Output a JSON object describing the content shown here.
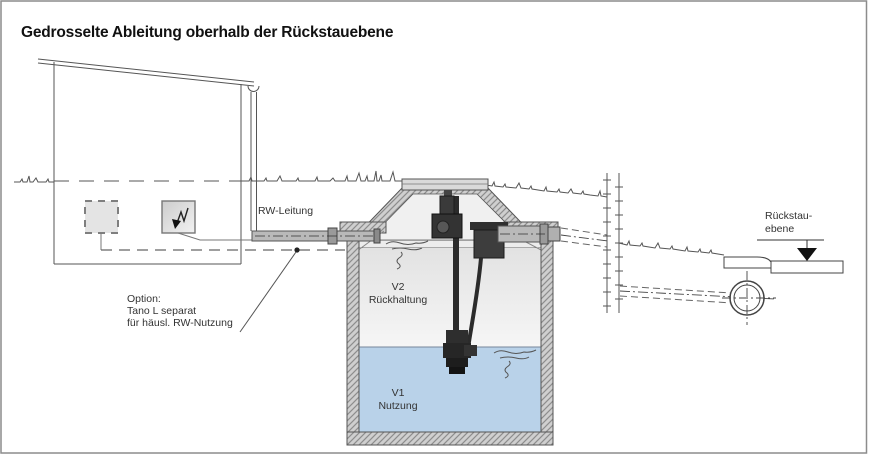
{
  "title": "Gedrosselte Ableitung oberhalb der Rückstauebene",
  "labels": {
    "rw_leitung": "RW-Leitung",
    "option_lines": [
      "Option:",
      "Tano L separat",
      "für häusl. RW-Nutzung"
    ],
    "tank_zone_upper": [
      "V2",
      "Rückhaltung"
    ],
    "tank_zone_lower": [
      "V1",
      "Nutzung"
    ],
    "backflow_level_lines": [
      "Rückstau-",
      "ebene"
    ]
  },
  "colors": {
    "water_fill": "#b9d2e9",
    "retention_fill": "#ebebeb",
    "wall_hatch_base": "#cfcfcf",
    "pump_dark": "#2e2e2e",
    "outline": "#4a4a4a",
    "frame_border": "#8c8c8c"
  }
}
